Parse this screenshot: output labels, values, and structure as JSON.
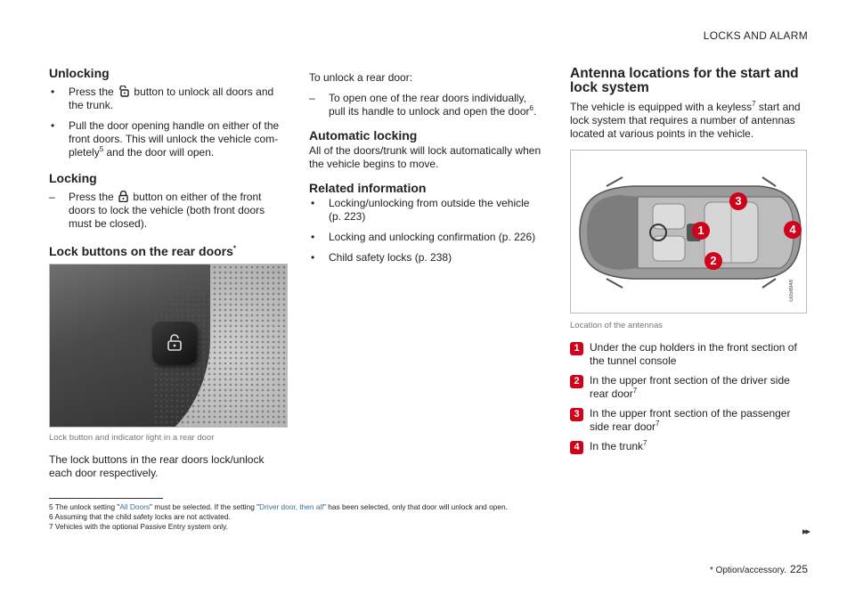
{
  "header": {
    "section": "LOCKS AND ALARM"
  },
  "col1": {
    "unlocking_title": "Unlocking",
    "unlock_b1_pre": "Press the",
    "unlock_b1_post": "button to unlock all doors and the trunk.",
    "unlock_b2": "Pull the door opening handle on either of the front doors. This will unlock the vehicle com-pletely",
    "unlock_b2_sup": "5",
    "unlock_b2_post": " and the door will open.",
    "locking_title": "Locking",
    "lock_d1_pre": "Press the",
    "lock_d1_post": "button on either of the front doors to lock the vehicle (both front doors must be closed).",
    "rear_title": "Lock buttons on the rear doors",
    "rear_title_mark": "*",
    "fig1_caption": "Lock button and indicator light in a rear door",
    "rear_text": "The lock buttons in the rear doors lock/unlock each door respectively."
  },
  "col2": {
    "rear_unlock_intro": "To unlock a rear door:",
    "rear_unlock_d1": "To open one of the rear doors individually, pull its handle to unlock and open the door",
    "rear_unlock_d1_sup": "6",
    "rear_unlock_d1_end": ".",
    "auto_title": "Automatic locking",
    "auto_text": "All of the doors/trunk will lock automatically when the vehicle begins to move.",
    "related_title": "Related information",
    "related": [
      "Locking/unlocking from outside the vehicle (p. 223)",
      "Locking and unlocking confirmation (p. 226)",
      "Child safety locks (p. 238)"
    ]
  },
  "col3": {
    "antenna_title": "Antenna locations for the start and lock system",
    "intro_pre": "The vehicle is equipped with a keyless",
    "intro_sup": "7",
    "intro_post": " start and lock system that requires a number of antennas located at various points in the vehicle.",
    "fig2_code": "G058948",
    "fig2_caption": "Location of the antennas",
    "callouts": [
      "1",
      "2",
      "3",
      "4"
    ],
    "items": [
      {
        "num": "1",
        "text": "Under the cup holders in the front section of the tunnel console",
        "sup": ""
      },
      {
        "num": "2",
        "text": "In the upper front section of the driver side rear door",
        "sup": "7"
      },
      {
        "num": "3",
        "text": "In the upper front section of the passenger side rear door",
        "sup": "7"
      },
      {
        "num": "4",
        "text": "In the trunk",
        "sup": "7"
      }
    ]
  },
  "footnotes": {
    "fn5_num": "5",
    "fn5_a": " The unlock setting \"",
    "fn5_hl1": "All Doors",
    "fn5_b": "\" must be selected. If the setting \"",
    "fn5_hl2": "Driver door, then all",
    "fn5_c": "\" has been selected, only that door will unlock and open.",
    "fn6": "6 Assuming that the child safety locks are not activated.",
    "fn7": "7 Vehicles with the optional Passive Entry system only."
  },
  "footer": {
    "arrows": "▸▸",
    "option_note": "* Option/accessory.",
    "page_number": "225"
  },
  "colors": {
    "callout_red": "#d0021b",
    "link_blue": "#3b6e95"
  },
  "icons": [
    "unlock-icon",
    "lock-icon"
  ]
}
